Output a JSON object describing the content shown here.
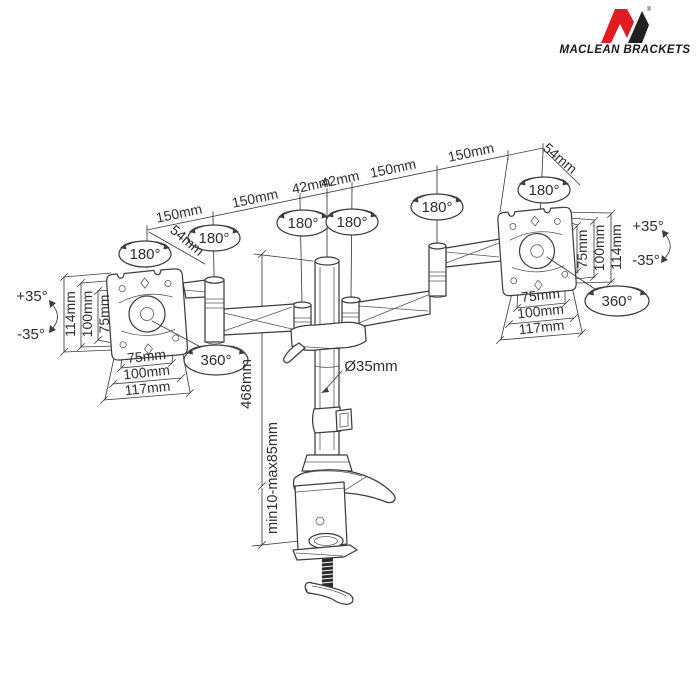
{
  "diagram": "dual-monitor-desk-mount-technical-drawing",
  "brand": {
    "name": "MACLEAN BRACKETS",
    "registered": "®"
  },
  "colors": {
    "line": "#3d3d3d",
    "logo_red": "#e01b22",
    "logo_black": "#231f20",
    "background": "#ffffff"
  },
  "labels": {
    "top_chain": [
      "150mm",
      "150mm",
      "42mm",
      "42mm",
      "150mm",
      "150mm"
    ],
    "offset_left": "54mm",
    "offset_right": "54mm",
    "swivel": "180°",
    "rotation": "360°",
    "tilt_up": "+35°",
    "tilt_down": "-35°",
    "pole_height": "468mm",
    "pole_diameter": "Ø35mm",
    "clamp_range": "min10-max85mm",
    "left_plate": {
      "vertical": [
        "114mm",
        "100mm",
        "75mm"
      ],
      "horizontal": [
        "75mm",
        "100mm",
        "117mm"
      ]
    },
    "right_plate": {
      "vertical": [
        "75mm",
        "100mm",
        "114mm"
      ],
      "horizontal": [
        "75mm",
        "100mm",
        "117mm"
      ]
    }
  }
}
